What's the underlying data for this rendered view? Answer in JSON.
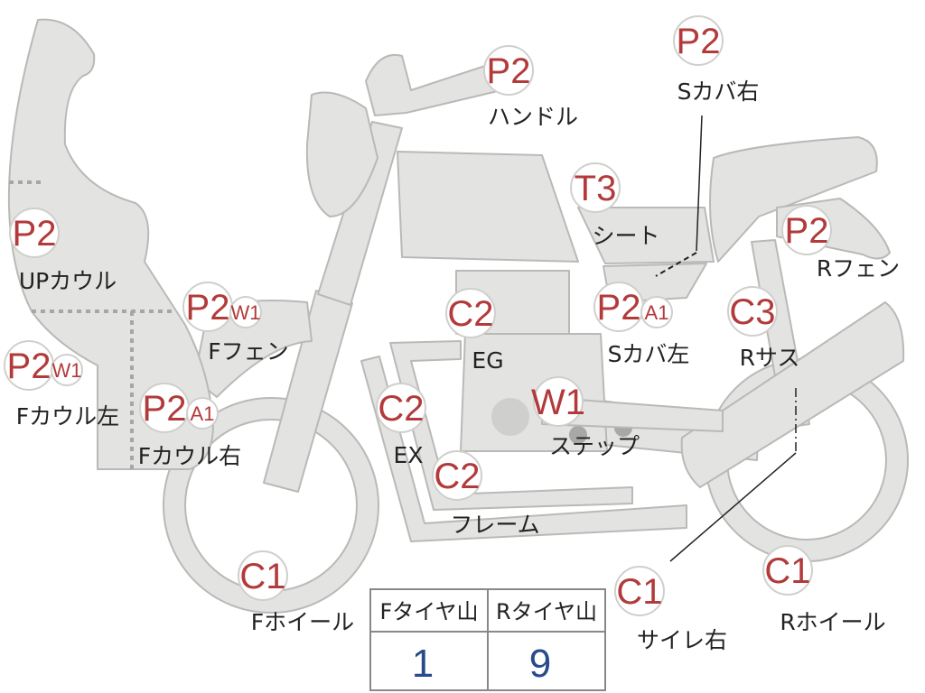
{
  "colors": {
    "part_fill": "#e3e3e1",
    "part_stroke": "#b9b9b7",
    "grade_text": "#b23a3a",
    "label_text": "#222222",
    "tyre_value": "#2b4a8b",
    "dotted_line": "#a6a6a6"
  },
  "parts": [
    {
      "key": "up_cowl",
      "label": "UPカウル",
      "grade": "P2",
      "sub": ""
    },
    {
      "key": "f_cowl_left",
      "label": "Fカウル左",
      "grade": "P2",
      "sub": "W1"
    },
    {
      "key": "f_cowl_right",
      "label": "Fカウル右",
      "grade": "P2",
      "sub": "A1"
    },
    {
      "key": "f_fender",
      "label": "Fフェン",
      "grade": "P2",
      "sub": "W1"
    },
    {
      "key": "handle",
      "label": "ハンドル",
      "grade": "P2",
      "sub": ""
    },
    {
      "key": "s_cover_right",
      "label": "Sカバ右",
      "grade": "P2",
      "sub": ""
    },
    {
      "key": "seat",
      "label": "シート",
      "grade": "T3",
      "sub": ""
    },
    {
      "key": "r_fender",
      "label": "Rフェン",
      "grade": "P2",
      "sub": ""
    },
    {
      "key": "s_cover_left",
      "label": "Sカバ左",
      "grade": "P2",
      "sub": "A1"
    },
    {
      "key": "engine",
      "label": "EG",
      "grade": "C2",
      "sub": ""
    },
    {
      "key": "r_suspension",
      "label": "Rサス",
      "grade": "C3",
      "sub": ""
    },
    {
      "key": "exhaust",
      "label": "EX",
      "grade": "C2",
      "sub": ""
    },
    {
      "key": "step",
      "label": "ステップ",
      "grade": "W1",
      "sub": ""
    },
    {
      "key": "frame",
      "label": "フレーム",
      "grade": "C2",
      "sub": ""
    },
    {
      "key": "f_wheel",
      "label": "Fホイール",
      "grade": "C1",
      "sub": ""
    },
    {
      "key": "silencer_right",
      "label": "サイレ右",
      "grade": "C1",
      "sub": ""
    },
    {
      "key": "r_wheel",
      "label": "Rホイール",
      "grade": "C1",
      "sub": ""
    }
  ],
  "tyre_table": {
    "headers": [
      "Fタイヤ山",
      "Rタイヤ山"
    ],
    "values": [
      "1",
      "9"
    ]
  }
}
